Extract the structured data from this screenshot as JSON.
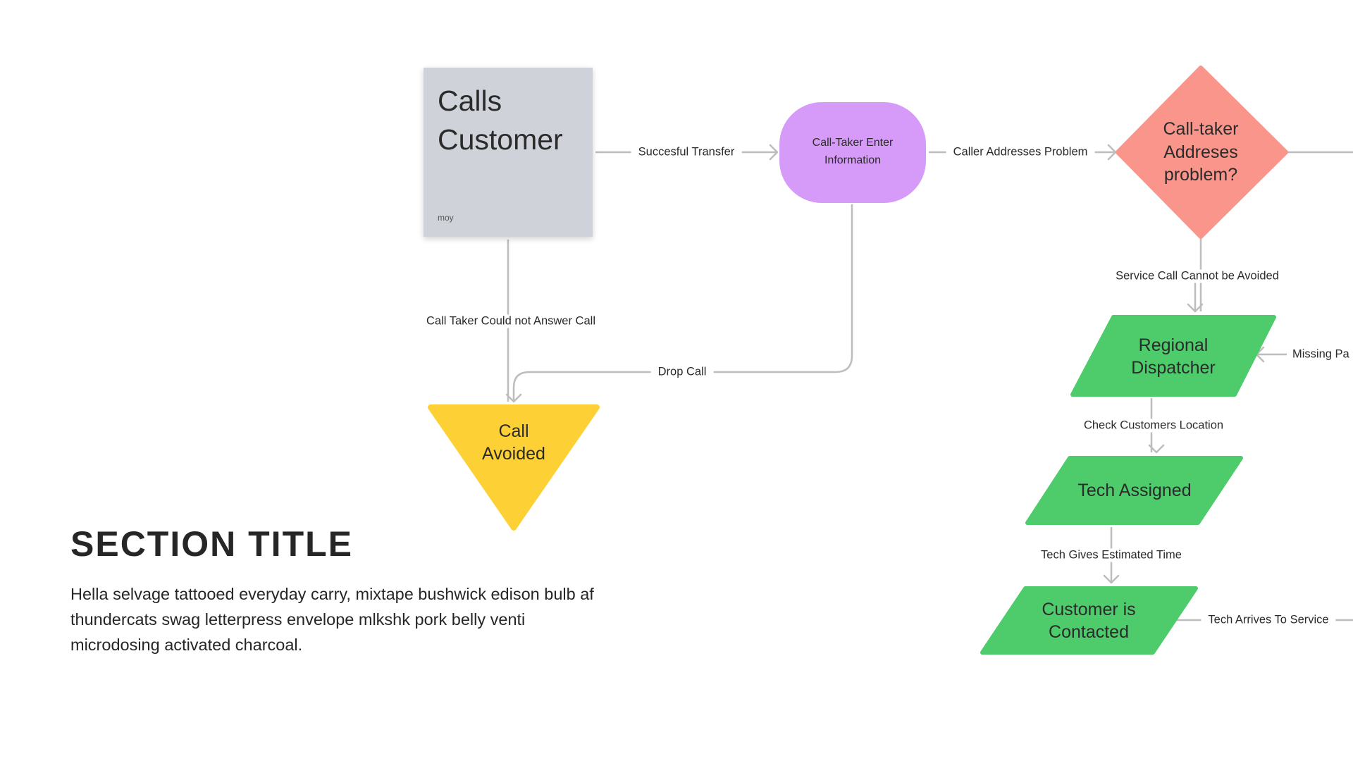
{
  "sticky": {
    "title": "Calls Customer",
    "author": "moy",
    "color": "#cfd3d9"
  },
  "nodes": {
    "enter_info": {
      "label": "Call-Taker Enter Information",
      "color": "#d69af8"
    },
    "decision": {
      "label": "Call-taker Addreses problem?",
      "color": "#f9958b"
    },
    "call_avoided": {
      "label": "Call Avoided",
      "color": "#fdd135"
    },
    "regional_dispatcher": {
      "label": "Regional Dispatcher",
      "color": "#4ecb6b"
    },
    "tech_assigned": {
      "label": "Tech Assigned",
      "color": "#4ecb6b"
    },
    "customer_contacted": {
      "label": "Customer is Contacted",
      "color": "#4ecb6b"
    }
  },
  "edges": {
    "succesful_transfer": "Succesful Transfer",
    "caller_addresses": "Caller Addresses Problem",
    "cannot_answer": "Call Taker Could not Answer Call",
    "drop_call": "Drop Call",
    "cannot_be_avoided": "Service Call Cannot be Avoided",
    "missing_parts": "Missing Pa",
    "check_location": "Check Customers Location",
    "estimated_time": "Tech Gives Estimated Time",
    "tech_arrives": "Tech Arrives To Service"
  },
  "section": {
    "title": "SECTION TITLE",
    "body": "Hella selvage tattooed everyday carry, mixtape bushwick edison bulb af thundercats swag letterpress envelope mlkshk pork belly venti microdosing activated charcoal."
  }
}
